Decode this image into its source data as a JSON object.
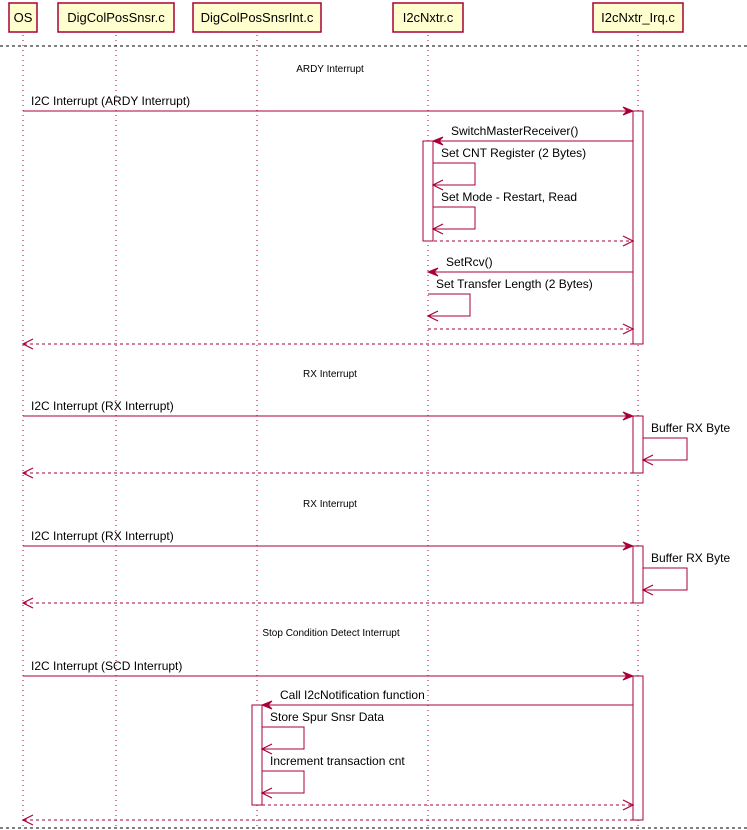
{
  "participants": [
    {
      "id": "os",
      "label": "OS"
    },
    {
      "id": "dig_col_pos_snsr",
      "label": "DigColPosSnsr.c"
    },
    {
      "id": "dig_col_pos_snsr_int",
      "label": "DigColPosSnsrInt.c"
    },
    {
      "id": "i2c_nxtr",
      "label": "I2cNxtr.c"
    },
    {
      "id": "i2c_nxtr_irq",
      "label": "I2cNxtr_Irq.c"
    }
  ],
  "sections": [
    {
      "label": "ARDY Interrupt"
    },
    {
      "label": "RX Interrupt"
    },
    {
      "label": "RX Interrupt"
    },
    {
      "label": "Stop Condition Detect Interrupt"
    }
  ],
  "messages": [
    {
      "from": "os",
      "to": "i2c_nxtr_irq",
      "label": "I2C Interrupt (ARDY Interrupt)",
      "kind": "sync"
    },
    {
      "from": "i2c_nxtr_irq",
      "to": "i2c_nxtr",
      "label": "SwitchMasterReceiver()",
      "kind": "sync"
    },
    {
      "from": "i2c_nxtr",
      "to": "i2c_nxtr",
      "label": "Set CNT Register (2 Bytes)",
      "kind": "self"
    },
    {
      "from": "i2c_nxtr",
      "to": "i2c_nxtr",
      "label": "Set Mode - Restart, Read",
      "kind": "self"
    },
    {
      "from": "i2c_nxtr",
      "to": "i2c_nxtr_irq",
      "label": "",
      "kind": "return"
    },
    {
      "from": "i2c_nxtr_irq",
      "to": "i2c_nxtr",
      "label": "SetRcv()",
      "kind": "sync"
    },
    {
      "from": "i2c_nxtr",
      "to": "i2c_nxtr",
      "label": "Set Transfer Length (2 Bytes)",
      "kind": "self"
    },
    {
      "from": "i2c_nxtr",
      "to": "i2c_nxtr_irq",
      "label": "",
      "kind": "return"
    },
    {
      "from": "i2c_nxtr_irq",
      "to": "os",
      "label": "",
      "kind": "return"
    },
    {
      "from": "os",
      "to": "i2c_nxtr_irq",
      "label": "I2C Interrupt (RX Interrupt)",
      "kind": "sync"
    },
    {
      "from": "i2c_nxtr_irq",
      "to": "i2c_nxtr_irq",
      "label": "Buffer RX Byte",
      "kind": "self"
    },
    {
      "from": "i2c_nxtr_irq",
      "to": "os",
      "label": "",
      "kind": "return"
    },
    {
      "from": "os",
      "to": "i2c_nxtr_irq",
      "label": "I2C Interrupt (RX Interrupt)",
      "kind": "sync"
    },
    {
      "from": "i2c_nxtr_irq",
      "to": "i2c_nxtr_irq",
      "label": "Buffer RX Byte",
      "kind": "self"
    },
    {
      "from": "i2c_nxtr_irq",
      "to": "os",
      "label": "",
      "kind": "return"
    },
    {
      "from": "os",
      "to": "i2c_nxtr_irq",
      "label": "I2C Interrupt (SCD Interrupt)",
      "kind": "sync"
    },
    {
      "from": "i2c_nxtr_irq",
      "to": "dig_col_pos_snsr_int",
      "label": "Call I2cNotification function",
      "kind": "sync"
    },
    {
      "from": "dig_col_pos_snsr_int",
      "to": "dig_col_pos_snsr_int",
      "label": "Store Spur Snsr Data",
      "kind": "self"
    },
    {
      "from": "dig_col_pos_snsr_int",
      "to": "dig_col_pos_snsr_int",
      "label": "Increment transaction cnt",
      "kind": "self"
    },
    {
      "from": "dig_col_pos_snsr_int",
      "to": "i2c_nxtr_irq",
      "label": "",
      "kind": "return"
    },
    {
      "from": "i2c_nxtr_irq",
      "to": "os",
      "label": "",
      "kind": "return"
    }
  ]
}
